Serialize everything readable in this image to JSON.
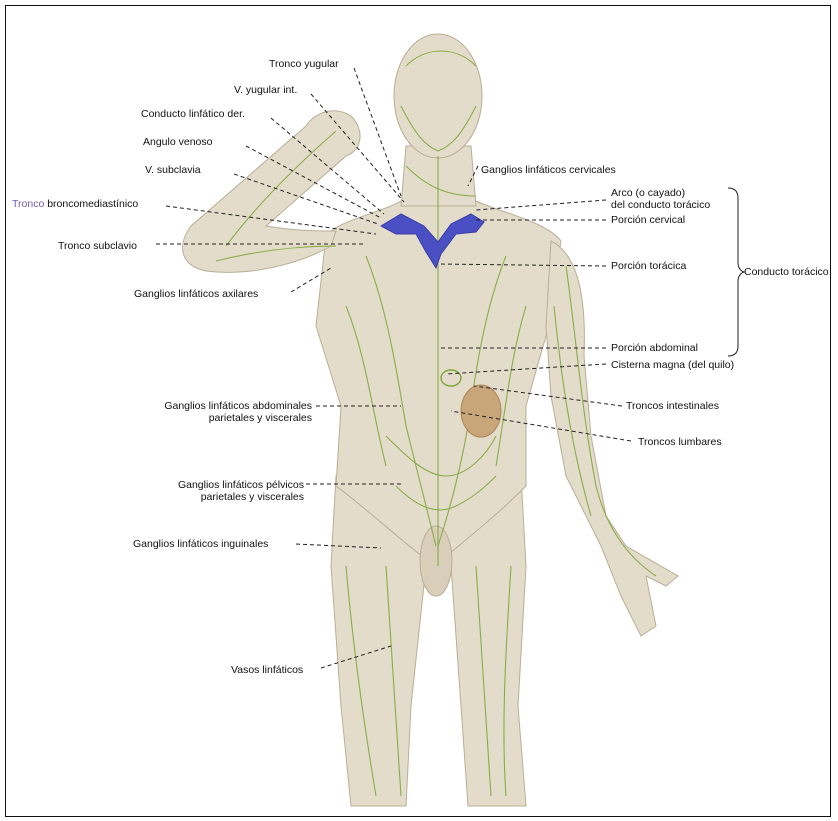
{
  "labels": {
    "tronco_yugular": "Tronco yugular",
    "v_yugular_int": "V. yugular int.",
    "conducto_linfatico_der": "Conducto linfático der.",
    "angulo_venoso": "Angulo venoso",
    "v_subclavia": "V. subclavia",
    "tronco_bronco_prefix": "Tronco",
    "tronco_bronco_suffix": " broncomediastínico",
    "tronco_subclavio": "Tronco subclavio",
    "ganglios_axilares": "Ganglios linfáticos axilares",
    "ganglios_cervicales": "Ganglios linfáticos cervicales",
    "arco_line1": "Arco (o cayado)",
    "arco_line2": "del conducto torácico",
    "porcion_cervical": "Porción cervical",
    "porcion_toracica": "Porción torácica",
    "conducto_toracico": "Conducto torácico",
    "porcion_abdominal": "Porción abdominal",
    "cisterna_magna": "Cisterna magna (del quilo)",
    "abdominales_line1": "Ganglios linfáticos abdominales",
    "abdominales_line2": "parietales y viscerales",
    "troncos_intestinales": "Troncos intestinales",
    "troncos_lumbares": "Troncos lumbares",
    "pelvicos_line1": "Ganglios linfáticos pélvicos",
    "pelvicos_line2": "parietales y viscerales",
    "inguinales": "Ganglios linfáticos inguinales",
    "vasos": "Vasos linfáticos"
  },
  "colors": {
    "skin": "#e4dccb",
    "skin_shadow": "#c9bfa8",
    "lymph": "#7fa83a",
    "vein": "#4a4fc4",
    "label_accent": "#6a5fb0"
  }
}
